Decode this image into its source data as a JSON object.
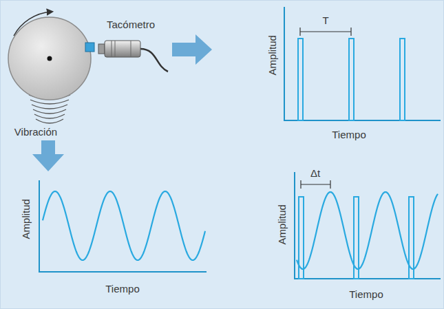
{
  "diagram": {
    "labels": [
      "Tacómetro",
      "Vibración",
      "Amplitud",
      "T",
      "Tiempo",
      "Amplitud",
      "Tiempo",
      "Amplitud",
      "Δt",
      "Tiempo"
    ]
  }
}
